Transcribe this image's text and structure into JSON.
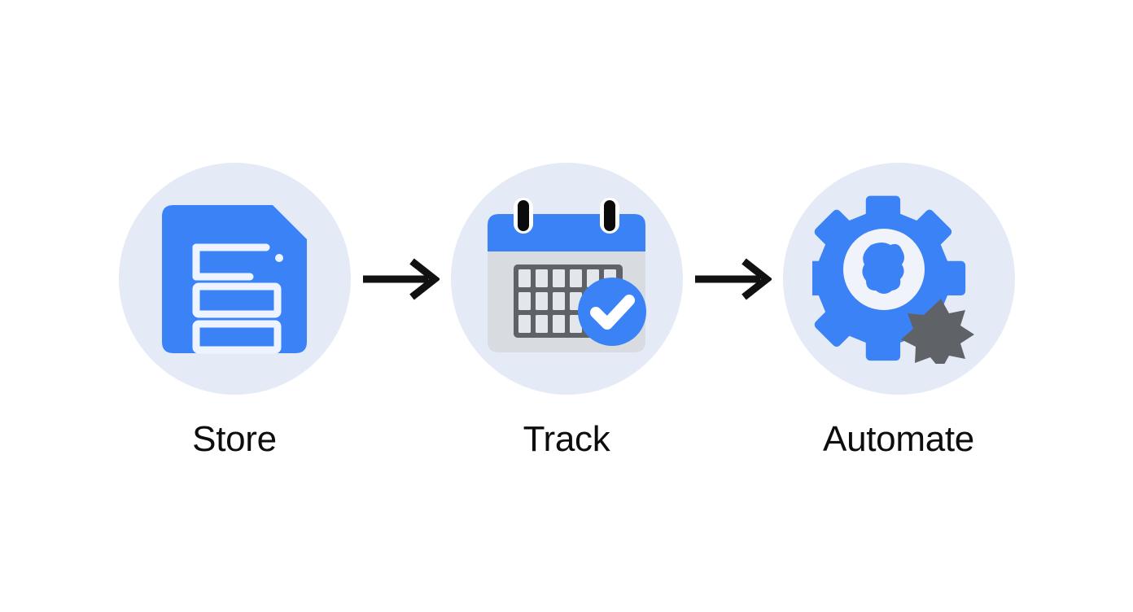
{
  "diagram": {
    "title": "Store Track Automate flow",
    "background_color": "#ffffff",
    "circle_background_color": "#e5ebf6",
    "accent_blue": "#3b82f6",
    "gray": "#5f6368",
    "label_color": "#0d0d0d",
    "steps": [
      {
        "id": "store",
        "label": "Store",
        "icon": "document-icon",
        "icon_description": "Blue document with folded corner and three white text lines"
      },
      {
        "id": "track",
        "label": "Track",
        "icon": "calendar-check-icon",
        "icon_description": "Gray calendar with blue header, grid of days and blue check badge"
      },
      {
        "id": "automate",
        "label": "Automate",
        "icon": "gears-icon",
        "icon_description": "Large blue gear with small dark gray gear"
      }
    ],
    "connectors": [
      {
        "id": "connector-1",
        "icon": "arrow-right-icon",
        "from": "store",
        "to": "track"
      },
      {
        "id": "connector-2",
        "icon": "arrow-right-icon",
        "from": "track",
        "to": "automate"
      }
    ]
  }
}
